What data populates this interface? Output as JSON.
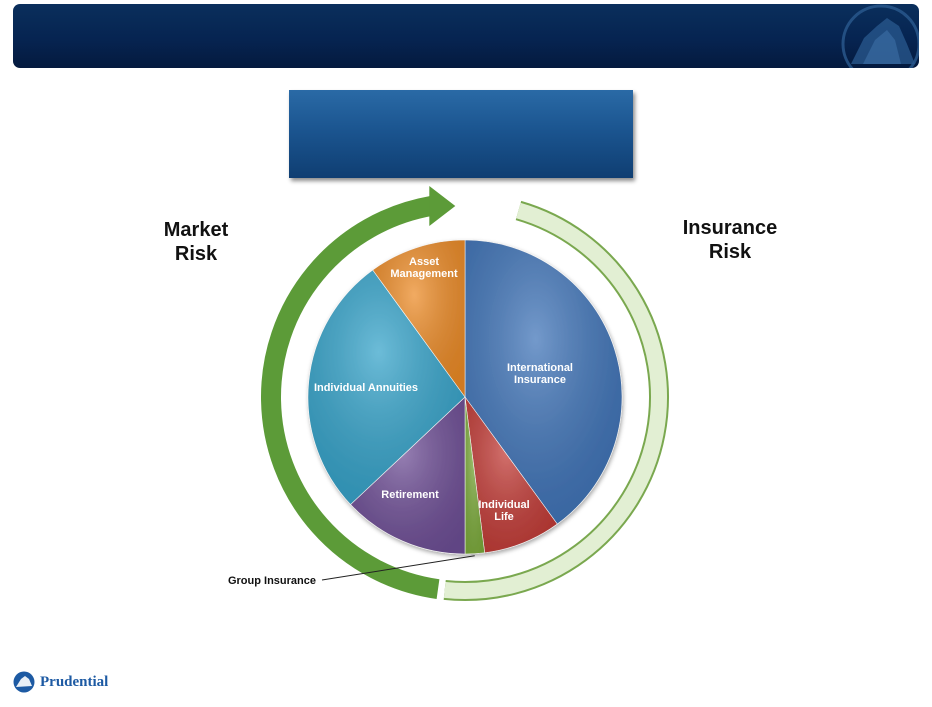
{
  "labels": {
    "market_risk": [
      "Market",
      "Risk"
    ],
    "insurance_risk": [
      "Insurance",
      "Risk"
    ]
  },
  "logo": {
    "text": "Prudential",
    "icon": "rock-icon"
  },
  "colors": {
    "banner": "#062451",
    "title_box": "#1b5590",
    "market_arrow": "#5c9b38",
    "insurance_arrow": "#e2efd3"
  },
  "chart_data": {
    "type": "pie",
    "note_values_estimated": true,
    "slices": [
      {
        "label": [
          "International",
          "Insurance"
        ],
        "value": 40,
        "color": "#3d72b7"
      },
      {
        "label": [
          "Individual",
          "Life"
        ],
        "value": 8,
        "color": "#c23a35"
      },
      {
        "label": [
          "Group Insurance"
        ],
        "value": 2,
        "color": "#7cab3b",
        "callout": true
      },
      {
        "label": [
          "Retirement"
        ],
        "value": 13,
        "color": "#6e4e96"
      },
      {
        "label": [
          "Individual Annuities"
        ],
        "value": 27,
        "color": "#33a2c9"
      },
      {
        "label": [
          "Asset",
          "Management"
        ],
        "value": 10,
        "color": "#ec8a25"
      }
    ]
  }
}
